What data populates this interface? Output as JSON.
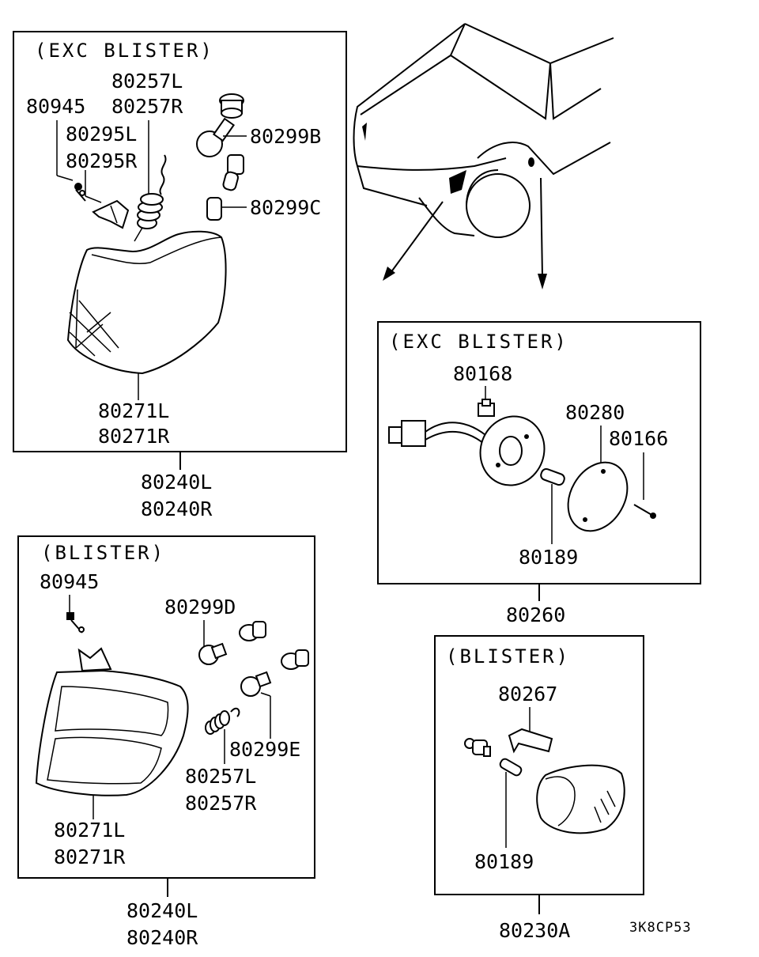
{
  "diagram": {
    "panel_top_left": {
      "header": "(EXC BLISTER)",
      "labels": {
        "socket_l": "80257L",
        "socket_r": "80257R",
        "screw": "80945",
        "bracket_l": "80295L",
        "bracket_r": "80295R",
        "bulb_b": "80299B",
        "bulb_c": "80299C",
        "lens_l": "80271L",
        "lens_r": "80271R"
      },
      "assembly_l": "80240L",
      "assembly_r": "80240R"
    },
    "panel_top_right": {
      "header": "(EXC BLISTER)",
      "labels": {
        "clip": "80168",
        "lens": "80280",
        "screw": "80166",
        "bulb": "80189"
      },
      "assembly": "80260"
    },
    "panel_bottom_left": {
      "header": "(BLISTER)",
      "labels": {
        "screw": "80945",
        "bulb_d": "80299D",
        "bulb_e": "80299E",
        "socket_l": "80257L",
        "socket_r": "80257R",
        "lens_l": "80271L",
        "lens_r": "80271R"
      },
      "assembly_l": "80240L",
      "assembly_r": "80240R"
    },
    "panel_bottom_right": {
      "header": "(BLISTER)",
      "labels": {
        "bracket": "80267",
        "bulb": "80189"
      },
      "assembly": "80230A"
    },
    "drawing_code": "3K8CP53"
  }
}
